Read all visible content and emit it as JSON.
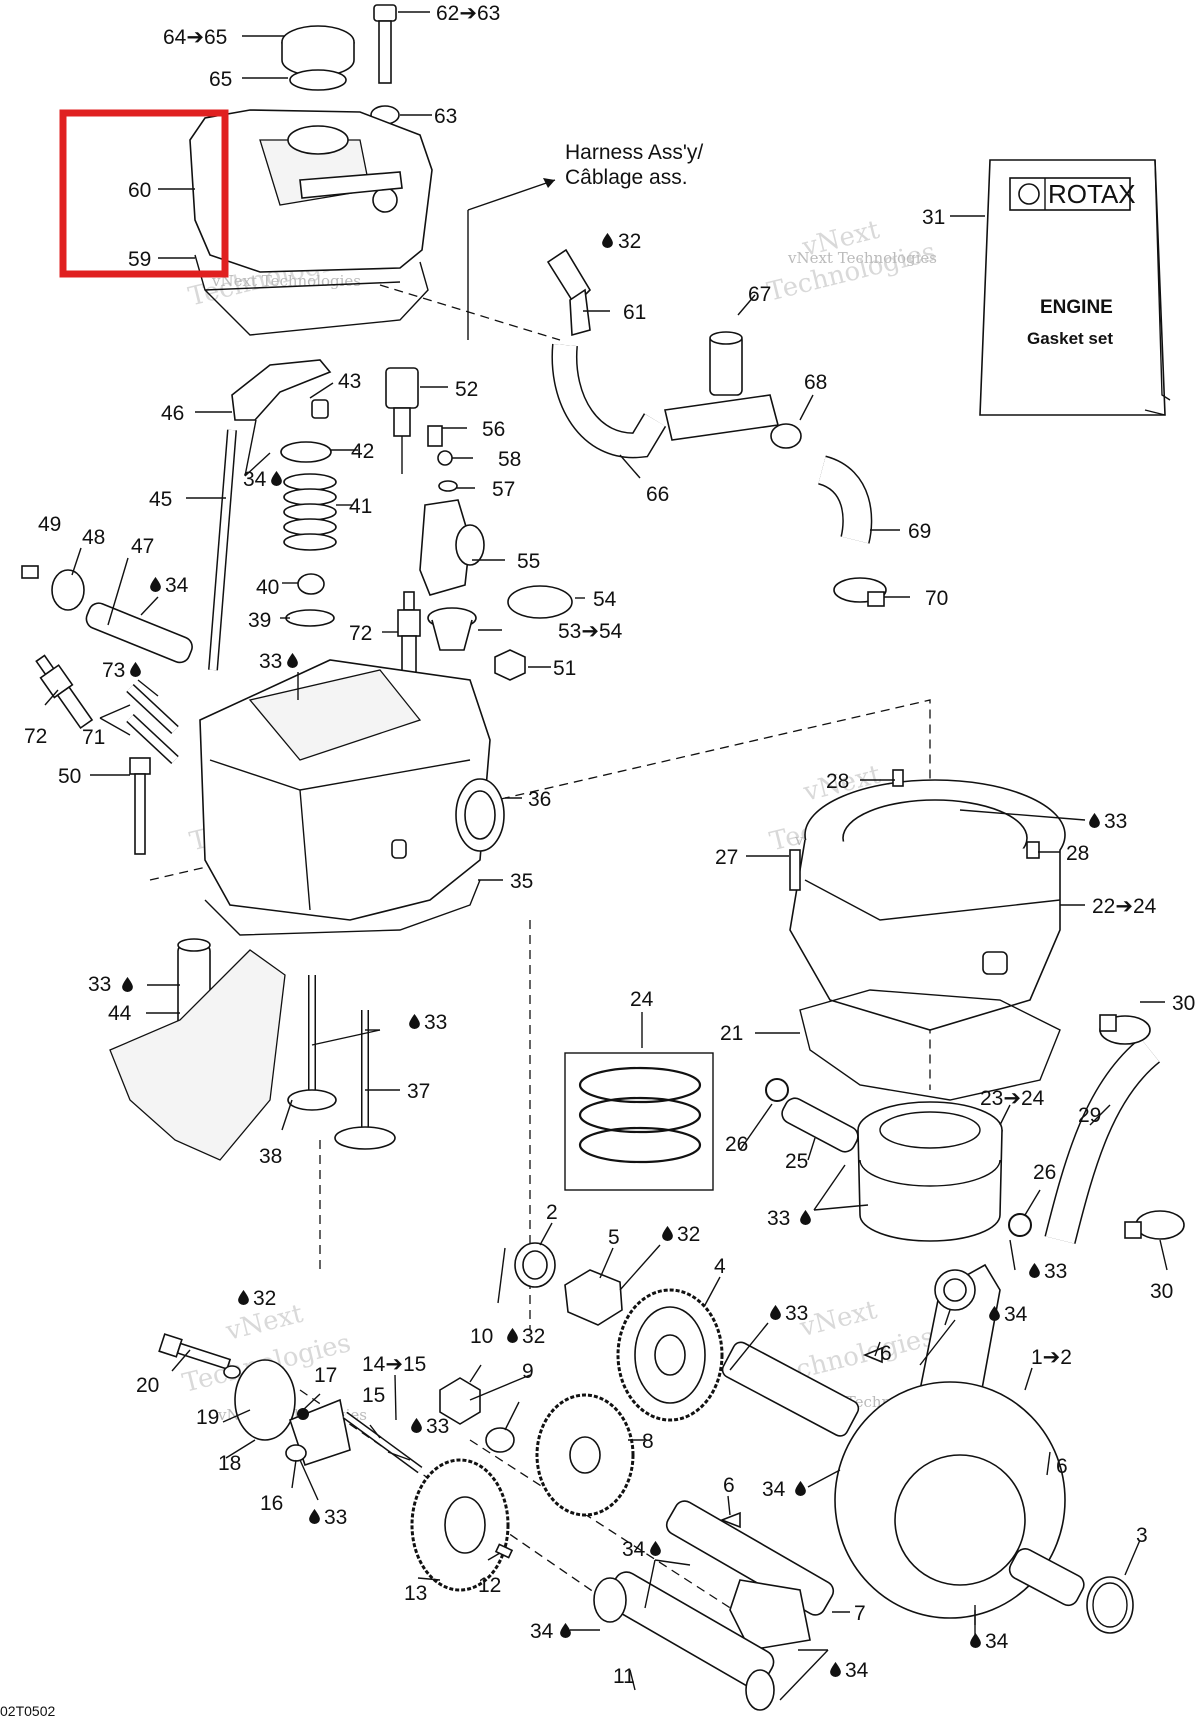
{
  "figure_code": "02T0502",
  "harness_note": [
    "Harness Ass'y/",
    "Câblage ass."
  ],
  "gasket_set": {
    "brand": "ROTAX",
    "line1": "ENGINE",
    "line2": "Gasket set"
  },
  "watermark": {
    "line1": "vNext",
    "line2": "Technologies",
    "combined": "vNext Technologies"
  },
  "highlight_color": "#e02020",
  "callouts": {
    "c64_65": "64➔65",
    "c62_63": "62➔63",
    "c65": "65",
    "c63": "63",
    "c60": "60",
    "c59": "59",
    "c31": "31",
    "c32a": "32",
    "c61": "61",
    "c67": "67",
    "c68": "68",
    "c66": "66",
    "c69": "69",
    "c70": "70",
    "c43": "43",
    "c52": "52",
    "c46": "46",
    "c56": "56",
    "c42": "42",
    "c58": "58",
    "c34a": "34",
    "c57": "57",
    "c45": "45",
    "c41": "41",
    "c49": "49",
    "c48": "48",
    "c47": "47",
    "c34b": "34",
    "c55": "55",
    "c40": "40",
    "c54": "54",
    "c39": "39",
    "c72a": "72",
    "c53_54": "53➔54",
    "c33a": "33",
    "c73": "73",
    "c51": "51",
    "c72b": "72",
    "c71": "71",
    "c50": "50",
    "c36": "36",
    "c28a": "28",
    "c33b": "33",
    "c27": "27",
    "c28b": "28",
    "c35": "35",
    "c22_24": "22➔24",
    "c33c": "33",
    "c44": "44",
    "c33d": "33",
    "c30a": "30",
    "c24": "24",
    "c21": "21",
    "c37": "37",
    "c23_24": "23➔24",
    "c29": "29",
    "c38": "38",
    "c26a": "26",
    "c25": "25",
    "c26b": "26",
    "c33e": "33",
    "c33f": "33",
    "c30b": "30",
    "c2": "2",
    "c5": "5",
    "c32b": "32",
    "c4": "4",
    "c32c": "32",
    "c33g": "33",
    "c34c": "34",
    "c20": "20",
    "c10": "10",
    "c32d": "32",
    "c6a": "6",
    "c1_2": "1➔2",
    "c17": "17",
    "c14_15": "14➔15",
    "c9": "9",
    "c15": "15",
    "c19": "19",
    "c33h": "33",
    "c18": "18",
    "c8": "8",
    "c16": "16",
    "c33i": "33",
    "c34d": "34",
    "c6b": "6",
    "c6c": "6",
    "c34e": "34",
    "c3": "3",
    "c13": "13",
    "c12": "12",
    "c7": "7",
    "c34f": "34",
    "c34g": "34",
    "c11": "11",
    "c34h": "34"
  }
}
